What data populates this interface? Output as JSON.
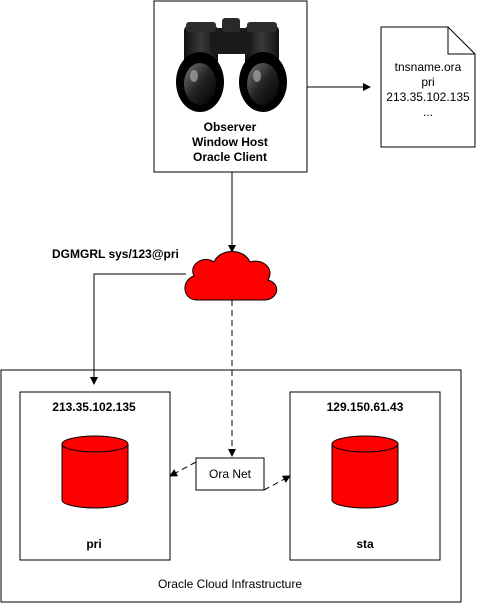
{
  "observer": {
    "lines": [
      "Observer",
      "Window Host",
      "Oracle Client"
    ],
    "icon": "binoculars-icon"
  },
  "tns_file": {
    "lines": [
      "tnsname.ora",
      "pri",
      "213.35.102.135",
      "..."
    ],
    "icon": "document-icon"
  },
  "command": "DGMGRL sys/123@pri",
  "cloud": {
    "icon": "cloud-icon",
    "color": "#ff0000"
  },
  "infrastructure": {
    "label": "Oracle Cloud Infrastructure",
    "primary": {
      "ip": "213.35.102.135",
      "name": "pri"
    },
    "standby": {
      "ip": "129.150.61.43",
      "name": "sta"
    },
    "network": "Ora Net"
  },
  "colors": {
    "database": "#ff0000",
    "stroke": "#000000"
  }
}
